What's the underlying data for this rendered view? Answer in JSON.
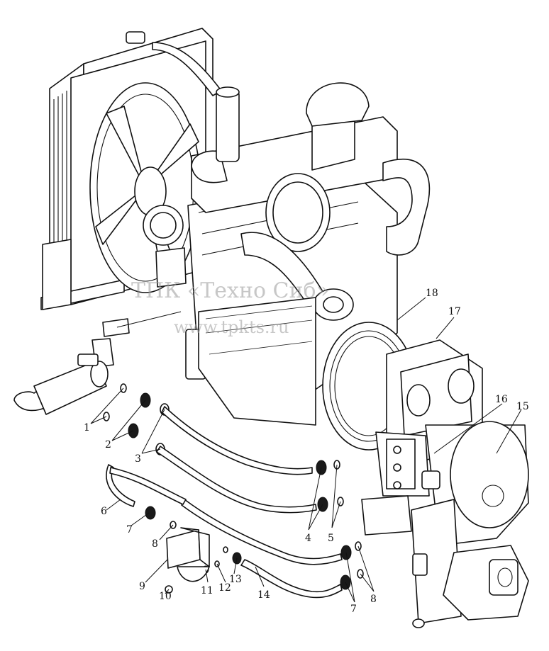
{
  "watermark": {
    "company": "ТПК «Техно Сиб»",
    "url": "www.tpkts.ru"
  },
  "callouts": [
    "1",
    "2",
    "3",
    "4",
    "5",
    "6",
    "7",
    "8",
    "9",
    "10",
    "11",
    "12",
    "13",
    "14",
    "15",
    "16",
    "17",
    "18",
    "7",
    "8"
  ],
  "colors": {
    "line": "#111111",
    "background": "#ffffff",
    "watermark": "#9a9a9a"
  }
}
